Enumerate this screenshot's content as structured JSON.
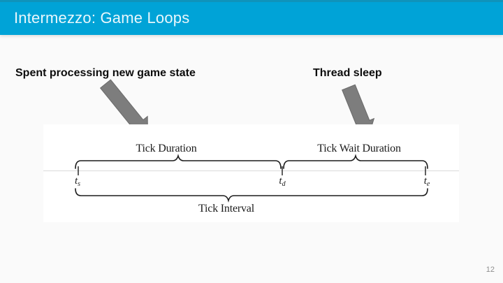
{
  "slide": {
    "header": {
      "title": "Intermezzo: Game Loops"
    },
    "captions": {
      "left": "Spent processing new game state",
      "right": "Thread sleep"
    },
    "page_number": "12"
  },
  "figure": {
    "tick_duration_label": "Tick Duration",
    "tick_wait_duration_label": "Tick Wait Duration",
    "tick_interval_label": "Tick Interval",
    "points": [
      {
        "base": "t",
        "sub": "s"
      },
      {
        "base": "t",
        "sub": "d"
      },
      {
        "base": "t",
        "sub": "e"
      }
    ]
  },
  "icons": {
    "left_arrow": "thick-arrow-down-right-icon",
    "right_arrow": "thick-arrow-down-icon"
  },
  "colors": {
    "header_bg": "#00a3d7",
    "header_top_edge": "#0f93bb",
    "header_text": "#e9f7fc",
    "slide_bg": "#fafafa",
    "figure_bg": "#ffffff",
    "diagram_ink": "#1c1c1c",
    "arrow_fill": "#7d7d7d",
    "arrow_stroke": "#6a6a6a",
    "baseline_line": "#d9d9d9",
    "page_number": "#8e8e8e"
  }
}
